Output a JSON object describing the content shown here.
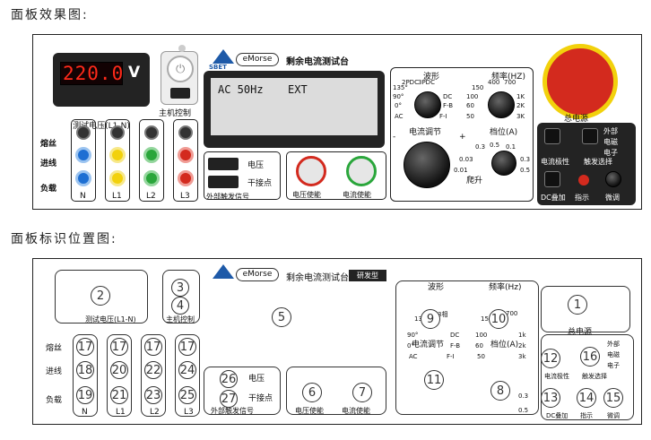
{
  "headings": {
    "effect": "面板效果图:",
    "position": "面板标识位置图:"
  },
  "brand": {
    "logo": "SBET",
    "model": "eMorse",
    "device_name": "剩余电流测试台",
    "badge": "研发型"
  },
  "meter": {
    "value": "220.0",
    "unit": "V",
    "label": "测试电压(L1-N)"
  },
  "main_control_label": "主机控制",
  "lcd": {
    "mode": "AC 50Hz",
    "source": "EXT"
  },
  "side_labels": {
    "fuse": "熔丝",
    "input": "进线",
    "load": "负载"
  },
  "terminals": [
    "N",
    "L1",
    "L2",
    "L3"
  ],
  "ext_trigger": {
    "voltage": "电压",
    "dry_contact": "干接点",
    "label": "外部触发信号"
  },
  "enable": {
    "voltage": "电压使能",
    "current": "电流使能"
  },
  "waveform": {
    "title": "波形",
    "options": [
      "135°",
      "2PDC",
      "3PDC",
      "90°",
      "DC",
      "0°",
      "F-B",
      "AC",
      "F-I"
    ]
  },
  "frequency": {
    "title": "频率(HZ)",
    "options": [
      "150",
      "400",
      "700",
      "100",
      "1K",
      "60",
      "2K",
      "50",
      "3K"
    ]
  },
  "current_adjust": {
    "title": "电流调节",
    "minus": "-",
    "plus": "+"
  },
  "range": {
    "title": "档位(A)",
    "options": [
      "0.3",
      "0.5",
      "0.1",
      "0.03",
      "0.01",
      "0.3",
      "0.5"
    ],
    "rise": "爬升"
  },
  "emergency": {
    "label": "总电源"
  },
  "polarity": {
    "current_polarity": "电流极性",
    "trigger_select": "触发选择",
    "external": "外部",
    "electric_shock": "电磁",
    "electronic": "电子"
  },
  "bottom_controls": {
    "dc_bias": "DC叠加",
    "indicator": "指示",
    "fine_tune": "微调"
  },
  "diagram_labels": {
    "voltage_label": "测试电压(L1-N)",
    "main_control": "主机控制",
    "waveform_title": "波形",
    "frequency_title": "频率(Hz)",
    "current_adjust": "电流调节",
    "range_title": "档位(A)",
    "emergency": "总电源",
    "enable_voltage": "电压使能",
    "enable_current": "电流使能",
    "ext_trigger": "外部触发信号",
    "voltage": "电压",
    "dry_contact": "干接点",
    "polarity": "电流极性",
    "trigger_select": "触发选择",
    "external": "外部",
    "em": "电磁",
    "electronic": "电子",
    "dc": "DC叠加",
    "indicator": "指示",
    "fine": "微调",
    "range_vals": [
      "0.3",
      "0.5"
    ]
  },
  "wave_d": [
    "135°",
    "2相",
    "3相",
    "90°",
    "DC",
    "0°",
    "F-B",
    "AC",
    "F-I"
  ],
  "freq_d": [
    "150",
    "400",
    "700",
    "100",
    "1k",
    "60",
    "2k",
    "50",
    "3k"
  ],
  "markers": [
    "1",
    "2",
    "3",
    "4",
    "5",
    "6",
    "7",
    "8",
    "9",
    "10",
    "11",
    "12",
    "13",
    "14",
    "15",
    "16",
    "17",
    "17",
    "17",
    "17",
    "18",
    "20",
    "22",
    "24",
    "19",
    "21",
    "23",
    "25",
    "26",
    "27"
  ],
  "colors": {
    "red": "#d32a1e",
    "yellow": "#f2d10c",
    "green": "#2aa63b",
    "blue": "#1e6fd3",
    "panel_dark": "#232323"
  }
}
